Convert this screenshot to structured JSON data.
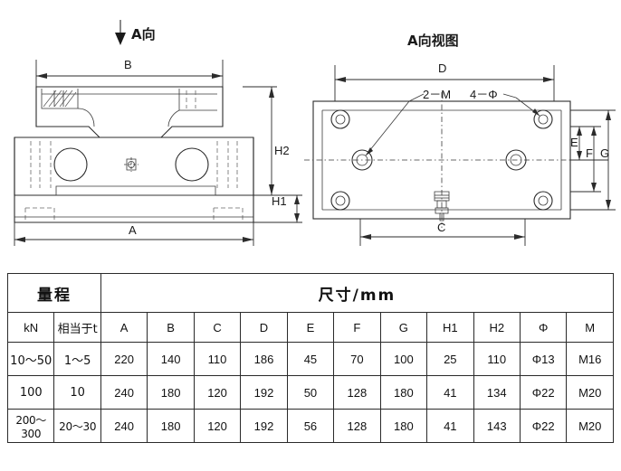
{
  "diagram": {
    "view_a_label": "A向",
    "view_a_title": "A向视图",
    "callout_2m": "2－M",
    "callout_4phi": "4－Φ",
    "dims_front": {
      "B": "B",
      "A": "A",
      "H1": "H1",
      "H2": "H2"
    },
    "dims_top": {
      "D": "D",
      "C": "C",
      "E": "E",
      "F": "F",
      "G": "G"
    }
  },
  "table": {
    "group_headers": {
      "range": "量程",
      "dimensions": "尺寸/mm"
    },
    "columns": [
      "kN",
      "相当于t",
      "A",
      "B",
      "C",
      "D",
      "E",
      "F",
      "G",
      "H1",
      "H2",
      "Φ",
      "M"
    ],
    "rows": [
      [
        "10～50",
        "1～5",
        "220",
        "140",
        "110",
        "186",
        "45",
        "70",
        "100",
        "25",
        "110",
        "Φ13",
        "M16"
      ],
      [
        "100",
        "10",
        "240",
        "180",
        "120",
        "192",
        "50",
        "128",
        "180",
        "41",
        "134",
        "Φ22",
        "M20"
      ],
      [
        "200～300",
        "20～30",
        "240",
        "180",
        "120",
        "192",
        "56",
        "128",
        "180",
        "41",
        "143",
        "Φ22",
        "M20"
      ]
    ]
  }
}
